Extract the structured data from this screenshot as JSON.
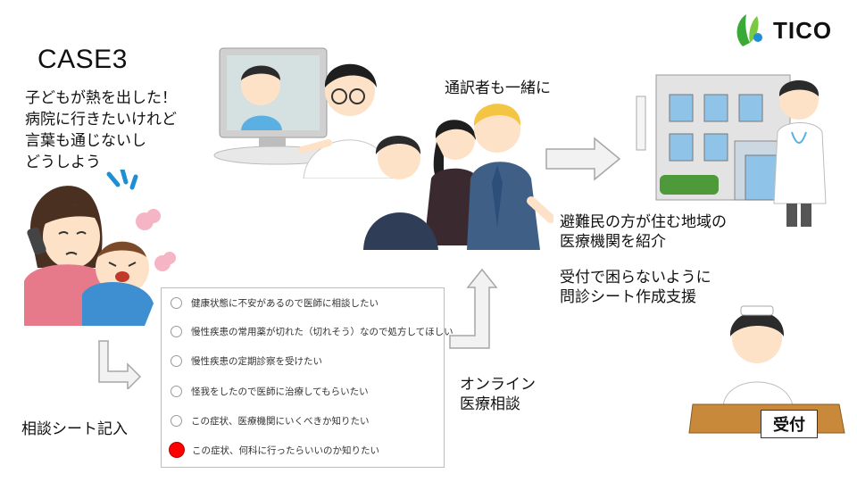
{
  "logo": {
    "text": "TICO",
    "leaf_color": "#3aa935",
    "dot_color": "#1f8fd3"
  },
  "case_title": "CASE3",
  "problem_lines": [
    "子どもが熱を出した！",
    "病院に行きたいけれど",
    "言葉も通じないし",
    "どうしよう"
  ],
  "consult_sheet_label": "相談シート記入",
  "interpreter_label": "通訳者も一緒に",
  "online_label_lines": [
    "オンライン",
    "医療相談"
  ],
  "referral_lines": [
    "避難民の方が住む地域の",
    "医療機関を紹介"
  ],
  "support_lines": [
    "受付で困らないように",
    "問診シート作成支援"
  ],
  "reception_sign": "受付",
  "form": {
    "options": [
      {
        "label": "健康状態に不安があるので医師に相談したい",
        "selected": false
      },
      {
        "label": "慢性疾患の常用薬が切れた（切れそう）なので処方してほしい",
        "selected": false
      },
      {
        "label": "慢性疾患の定期診察を受けたい",
        "selected": false
      },
      {
        "label": "怪我をしたので医師に治療してもらいたい",
        "selected": false
      },
      {
        "label": "この症状、医療機関にいくべきか知りたい",
        "selected": false
      },
      {
        "label": "この症状、何科に行ったらいいのか知りたい",
        "selected": true
      }
    ]
  },
  "colors": {
    "selected_radio": "#ff0000",
    "arrow_fill": "#f2f2f2",
    "arrow_stroke": "#a6a6a6"
  },
  "illustrations": [
    "mother-with-sick-child",
    "video-call-doctor",
    "interpreter-group",
    "clinic-building-with-doctor",
    "reception-nurse"
  ]
}
